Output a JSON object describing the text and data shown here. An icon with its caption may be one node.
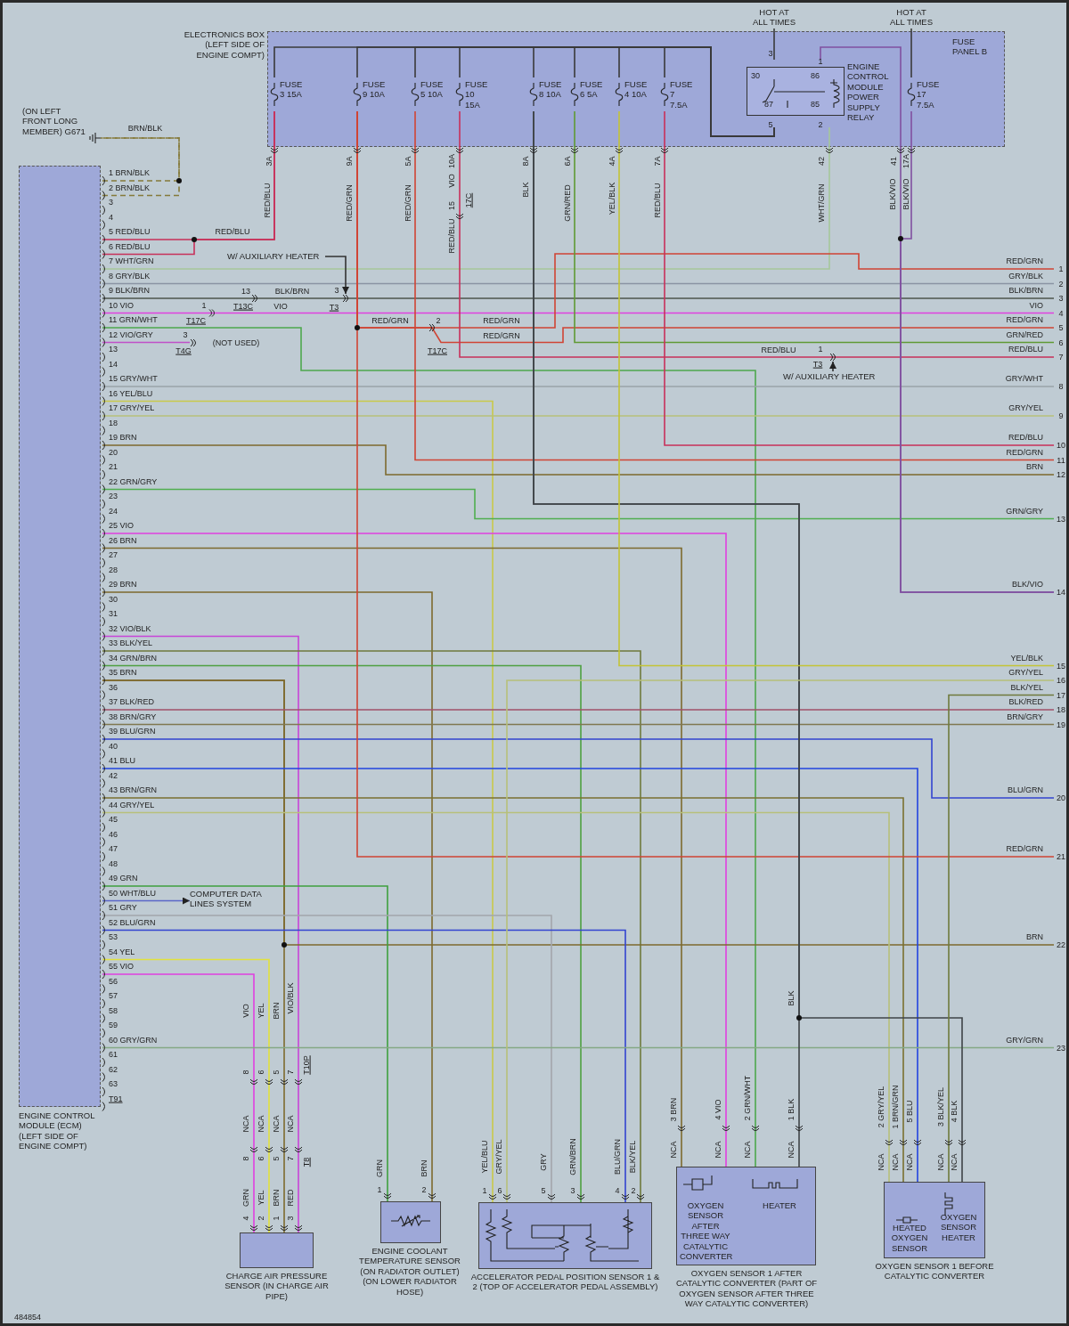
{
  "diagram": {
    "nodes": [
      {
        "text": [
          "HOT AT ALL TIMES"
        ]
      },
      {
        "text": [
          "HOT AT ALL TIMES"
        ]
      },
      {
        "text": [
          "ELECTRONICS BOX (LEFT SIDE OF ENGINE COMPT)",
          "FUSE PANEL B"
        ]
      },
      {
        "text": [
          "FUSE 3 15A"
        ],
        "in": 2
      },
      {
        "text": [
          "FUSE 9 10A"
        ],
        "in": 2
      },
      {
        "text": [
          "FUSE 5 10A"
        ],
        "in": 2
      },
      {
        "text": [
          "FUSE 10 15A"
        ],
        "in": 2
      },
      {
        "text": [
          "FUSE 8 10A"
        ],
        "in": 2
      },
      {
        "text": [
          "FUSE 6 5A"
        ],
        "in": 2
      },
      {
        "text": [
          "FUSE 4 10A"
        ],
        "in": 2
      },
      {
        "text": [
          "FUSE 7 7.5A"
        ],
        "in": 2
      },
      {
        "text": [
          "ENGINE CONTROL MODULE POWER SUPPLY RELAY"
        ],
        "in": 2
      },
      {
        "text": [
          "FUSE 17 7.5A"
        ],
        "in": 2
      },
      {
        "text": [
          "(ON LEFT FRONT LONG MEMBER) G671"
        ]
      },
      {
        "text": [
          "ENGINE CONTROL MODULE (ECM) (LEFT SIDE OF ENGINE COMPT)"
        ]
      },
      {
        "text": [
          "W/ AUXILIARY HEATER"
        ]
      },
      {
        "text": [
          "W/ AUXILIARY HEATER"
        ]
      },
      {
        "text": [
          "COMPUTER DATA LINES SYSTEM"
        ]
      },
      {
        "text": [
          "CHARGE AIR PRESSURE SENSOR (IN CHARGE AIR PIPE)"
        ]
      },
      {
        "text": [
          "ENGINE COOLANT TEMPERATURE SENSOR (ON RADIATOR OUTLET) (ON LOWER RADIATOR HOSE)"
        ]
      },
      {
        "text": [
          "ACCELERATOR PEDAL POSITION SENSOR 1 & 2 (TOP OF ACCELERATOR PEDAL ASSEMBLY)"
        ]
      },
      {
        "text": [
          "OXYGEN SENSOR AFTER THREE WAY CATALYTIC CONVERTER",
          "HEATER",
          "OXYGEN SENSOR 1 AFTER CATALYTIC CONVERTER (PART OF OXYGEN SENSOR AFTER THREE WAY CATALYTIC CONVERTER)"
        ]
      },
      {
        "text": [
          "HEATED OXYGEN SENSOR",
          "OXYGEN SENSOR HEATER",
          "OXYGEN SENSOR 1 BEFORE CATALYTIC CONVERTER"
        ]
      },
      {
        "text": [],
        "shape": "connector"
      },
      {
        "text": [],
        "shape": "connector"
      },
      {
        "text": [],
        "shape": "connector"
      },
      {
        "text": [
          "1"
        ]
      },
      {
        "text": [
          "2"
        ]
      },
      {
        "text": [
          "3"
        ]
      },
      {
        "text": [
          "4"
        ]
      },
      {
        "text": [
          "5"
        ]
      },
      {
        "text": [
          "6"
        ]
      },
      {
        "text": [
          "7"
        ]
      },
      {
        "text": [
          "8"
        ]
      },
      {
        "text": [
          "9"
        ]
      },
      {
        "text": [
          "10"
        ]
      },
      {
        "text": [
          "11"
        ]
      },
      {
        "text": [
          "12"
        ]
      },
      {
        "text": [
          "13"
        ]
      },
      {
        "text": [
          "14"
        ]
      },
      {
        "text": [
          "15"
        ]
      },
      {
        "text": [
          "16"
        ]
      },
      {
        "text": [
          "17"
        ]
      },
      {
        "text": [
          "18"
        ]
      },
      {
        "text": [
          "19"
        ]
      },
      {
        "text": [
          "20"
        ]
      },
      {
        "text": [
          "21"
        ]
      },
      {
        "text": [
          "22"
        ]
      },
      {
        "text": [
          "23"
        ]
      }
    ],
    "edges": [
      {
        "from": 0,
        "to": 11,
        "arrow": "none",
        "color": "#3a3a3a"
      },
      {
        "from": 1,
        "to": 12,
        "arrow": "none",
        "color": "#3a3a3a"
      },
      {
        "from": 11,
        "to": 3,
        "arrow": "none",
        "color": "#3a3a3a"
      },
      {
        "from": 11,
        "to": 4,
        "arrow": "none",
        "color": "#3a3a3a"
      },
      {
        "from": 11,
        "to": 5,
        "arrow": "none",
        "color": "#3a3a3a"
      },
      {
        "from": 11,
        "to": 6,
        "arrow": "none",
        "color": "#3a3a3a"
      },
      {
        "from": 11,
        "to": 7,
        "arrow": "none",
        "color": "#3a3a3a"
      },
      {
        "from": 11,
        "to": 8,
        "arrow": "none",
        "color": "#3a3a3a"
      },
      {
        "from": 11,
        "to": 9,
        "arrow": "none",
        "color": "#3a3a3a"
      },
      {
        "from": 11,
        "to": 10,
        "arrow": "none",
        "color": "#3a3a3a"
      },
      {
        "from": 14,
        "to": 13,
        "arrow": "none",
        "style": "dashed",
        "color": "#857a3a"
      },
      {
        "from": 14,
        "to": 13,
        "arrow": "none",
        "style": "dashed",
        "color": "#857a3a"
      },
      {
        "from": 14,
        "to": 3,
        "arrow": "none",
        "color": "#c8305a"
      },
      {
        "from": 14,
        "to": 3,
        "arrow": "none",
        "color": "#c8305a"
      },
      {
        "from": 14,
        "to": 11,
        "arrow": "none",
        "color": "#a6c79a"
      },
      {
        "from": 14,
        "to": 27,
        "arrow": "none",
        "color": "#8a93a3"
      },
      {
        "from": 14,
        "to": 28,
        "arrow": "none",
        "color": "#4d554d"
      },
      {
        "from": 14,
        "to": 29,
        "arrow": "none",
        "color": "#e040e0"
      },
      {
        "from": 14,
        "to": 21,
        "arrow": "none",
        "color": "#4ea84e"
      },
      {
        "from": 14,
        "to": 24,
        "arrow": "none",
        "color": "#c050c8"
      },
      {
        "from": 14,
        "to": 33,
        "arrow": "none",
        "color": "#9aa3a8"
      },
      {
        "from": 14,
        "to": 20,
        "arrow": "none",
        "color": "#c9c94a"
      },
      {
        "from": 14,
        "to": 34,
        "arrow": "none",
        "color": "#b7c07a"
      },
      {
        "from": 14,
        "to": 37,
        "arrow": "none",
        "color": "#7d6a2e"
      },
      {
        "from": 14,
        "to": 38,
        "arrow": "none",
        "color": "#4fae4f"
      },
      {
        "from": 14,
        "to": 21,
        "arrow": "none",
        "color": "#e040e0"
      },
      {
        "from": 14,
        "to": 21,
        "arrow": "none",
        "color": "#7d6a2e"
      },
      {
        "from": 14,
        "to": 19,
        "arrow": "none",
        "color": "#7d6a2e"
      },
      {
        "from": 14,
        "to": 18,
        "arrow": "none",
        "color": "#c844d8"
      },
      {
        "from": 14,
        "to": 20,
        "arrow": "none",
        "color": "#6f7a3c"
      },
      {
        "from": 14,
        "to": 20,
        "arrow": "none",
        "color": "#4ea040"
      },
      {
        "from": 14,
        "to": 18,
        "arrow": "none",
        "color": "#7d6a2e"
      },
      {
        "from": 14,
        "to": 47,
        "arrow": "none",
        "color": "#7d6a2e"
      },
      {
        "from": 14,
        "to": 43,
        "arrow": "none",
        "color": "#a05068"
      },
      {
        "from": 14,
        "to": 44,
        "arrow": "none",
        "color": "#7f7850"
      },
      {
        "from": 14,
        "to": 45,
        "arrow": "none",
        "color": "#3344d0"
      },
      {
        "from": 14,
        "to": 22,
        "arrow": "none",
        "color": "#2244e0"
      },
      {
        "from": 14,
        "to": 22,
        "arrow": "none",
        "color": "#7a7030"
      },
      {
        "from": 14,
        "to": 22,
        "arrow": "none",
        "color": "#b7c07a"
      },
      {
        "from": 14,
        "to": 19,
        "arrow": "none",
        "color": "#3fa03f"
      },
      {
        "from": 14,
        "to": 17,
        "arrow": "to",
        "color": "#5a66c8"
      },
      {
        "from": 14,
        "to": 20,
        "arrow": "none",
        "color": "#a3a6ac"
      },
      {
        "from": 14,
        "to": 20,
        "arrow": "none",
        "color": "#3344d0"
      },
      {
        "from": 14,
        "to": 18,
        "arrow": "none",
        "color": "#e2e23c"
      },
      {
        "from": 14,
        "to": 18,
        "arrow": "none",
        "color": "#e040e0"
      },
      {
        "from": 14,
        "to": 48,
        "arrow": "none",
        "color": "#84a884"
      },
      {
        "from": 4,
        "to": 46,
        "arrow": "none",
        "color": "#d04434"
      },
      {
        "from": 4,
        "to": 26,
        "arrow": "none",
        "color": "#d04434"
      },
      {
        "from": 4,
        "to": 30,
        "arrow": "none",
        "color": "#d04434"
      },
      {
        "from": 5,
        "to": 36,
        "arrow": "none",
        "color": "#d04434"
      },
      {
        "from": 6,
        "to": 32,
        "arrow": "none",
        "color": "#c8305a"
      },
      {
        "from": 7,
        "to": 21,
        "arrow": "none",
        "color": "#3f4448"
      },
      {
        "from": 7,
        "to": 22,
        "arrow": "none",
        "color": "#3f4448"
      },
      {
        "from": 8,
        "to": 31,
        "arrow": "none",
        "color": "#5f9a34"
      },
      {
        "from": 9,
        "to": 40,
        "arrow": "none",
        "color": "#c4c436"
      },
      {
        "from": 10,
        "to": 35,
        "arrow": "none",
        "color": "#c8305a"
      },
      {
        "from": 11,
        "to": 39,
        "arrow": "none",
        "color": "#8050a0"
      },
      {
        "from": 12,
        "to": 39,
        "arrow": "none",
        "color": "#8050a0"
      },
      {
        "from": 20,
        "to": 41,
        "arrow": "none",
        "color": "#b7c07a"
      },
      {
        "from": 22,
        "to": 42,
        "arrow": "none",
        "color": "#6f7a3c"
      },
      {
        "from": 15,
        "to": 23,
        "arrow": "to",
        "color": "#333333"
      },
      {
        "from": 16,
        "to": 25,
        "arrow": "to",
        "color": "#333333"
      }
    ],
    "labels": [
      "3",
      "1",
      "30",
      "86",
      "87",
      "85",
      "5",
      "2",
      "3A",
      "9A",
      "5A",
      "10A",
      "8A",
      "6A",
      "4A",
      "7A",
      "42",
      "41",
      "17A",
      "BRN/BLK",
      "RED/BLU",
      "RED/GRN",
      "RED/GRN",
      "VIO",
      "17C",
      "15",
      "RED/BLU",
      "BLK",
      "GRN/RED",
      "YEL/BLK",
      "RED/BLU",
      "WHT/GRN",
      "BLK/VIO",
      "BLK/VIO",
      "1 BRN/BLK",
      "2 BRN/BLK",
      "3",
      "4",
      "5 RED/BLU",
      "6 RED/BLU",
      "7 WHT/GRN",
      "8 GRY/BLK",
      "9 BLK/BRN",
      "10 VIO",
      "11 GRN/WHT",
      "12 VIO/GRY",
      "13",
      "14",
      "15 GRY/WHT",
      "16 YEL/BLU",
      "17 GRY/YEL",
      "18",
      "19 BRN",
      "20",
      "21",
      "22 GRN/GRY",
      "23",
      "24",
      "25 VIO",
      "26 BRN",
      "27",
      "28",
      "29 BRN",
      "30",
      "31",
      "32 VIO/BLK",
      "33 BLK/YEL",
      "34 GRN/BRN",
      "35 BRN",
      "36",
      "37 BLK/RED",
      "38 BRN/GRY",
      "39 BLU/GRN",
      "40",
      "41 BLU",
      "42",
      "43 BRN/GRN",
      "44 GRY/YEL",
      "45",
      "46",
      "47",
      "48",
      "49 GRN",
      "50 WHT/BLU",
      "51 GRY",
      "52 BLU/GRN",
      "53",
      "54 YEL",
      "55 VIO",
      "56",
      "57",
      "58",
      "59",
      "60 GRY/GRN",
      "61",
      "62",
      "63",
      "T91",
      "RED/BLU",
      "13",
      "BLK/BRN",
      "3",
      "1",
      "T13C",
      "VIO",
      "T3",
      "T17C",
      "RED/GRN",
      "2",
      "RED/GRN",
      "3",
      "RED/GRN",
      "(NOT USED)",
      "T4G",
      "T17C",
      "RED/BLU",
      "1",
      "T3",
      "RED/GRN",
      "GRY/BLK",
      "BLK/BRN",
      "VIO",
      "RED/GRN",
      "GRN/RED",
      "RED/BLU",
      "GRY/WHT",
      "GRY/YEL",
      "RED/BLU",
      "RED/GRN",
      "BRN",
      "GRN/GRY",
      "BLK/VIO",
      "YEL/BLK",
      "GRY/YEL",
      "BLK/YEL",
      "BLK/RED",
      "BRN/GRY",
      "BLU/GRN",
      "RED/GRN",
      "BRN",
      "GRY/GRN",
      "VIO",
      "YEL",
      "BRN",
      "VIO/BLK",
      "BLK",
      "8",
      "6",
      "5",
      "7",
      "T10P",
      "3 BRN",
      "4 VIO",
      "2 GRN/WHT",
      "1 BLK",
      "2 GRY/YEL",
      "1 BRN/GRN",
      "5 BLU",
      "3 BLK/YEL",
      "4 BLK",
      "NCA",
      "NCA",
      "NCA",
      "NCA",
      "NCA",
      "NCA",
      "NCA",
      "NCA",
      "NCA",
      "NCA",
      "NCA",
      "NCA",
      "NCA",
      "8",
      "6",
      "5",
      "7",
      "T8",
      "GRN",
      "BRN",
      "YEL/BLU",
      "GRY/YEL",
      "GRY",
      "GRN/BRN",
      "BLU/GRN",
      "BLK/YEL",
      "1",
      "2",
      "1",
      "6",
      "5",
      "3",
      "4",
      "2",
      "GRN",
      "YEL",
      "BRN",
      "RED",
      "4",
      "2",
      "1",
      "3",
      "484854"
    ]
  }
}
